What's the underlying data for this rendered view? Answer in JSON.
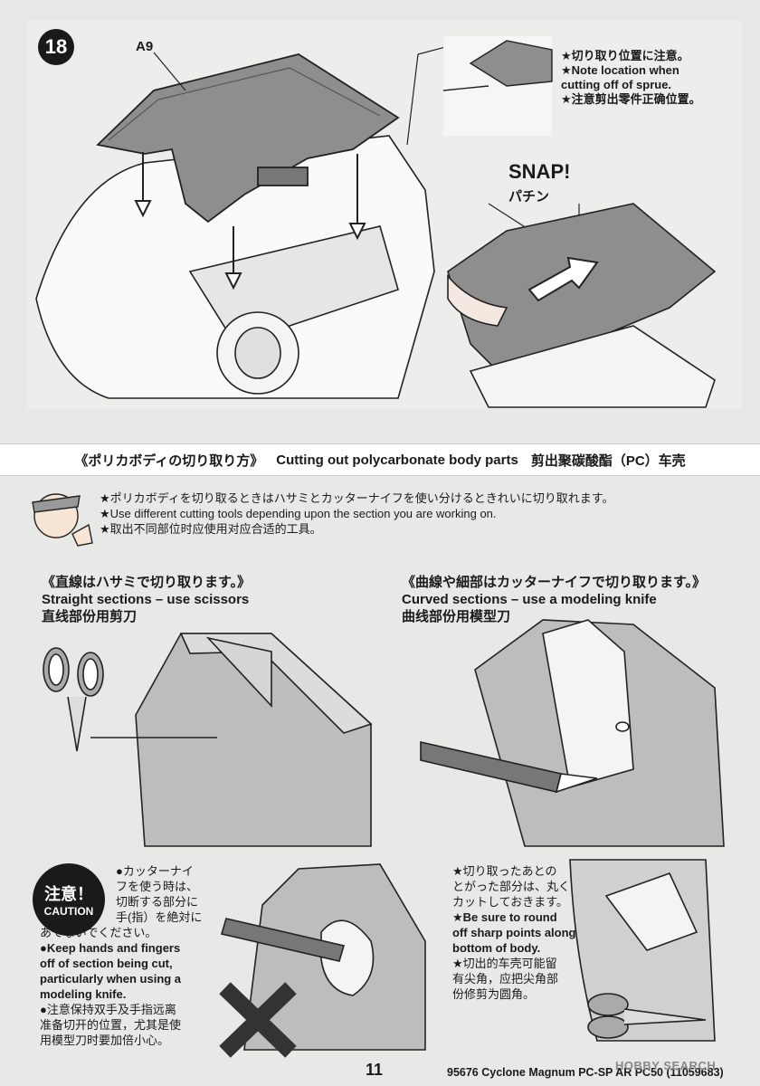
{
  "step": {
    "number": "18",
    "part_label": "A9",
    "snap_en": "SNAP!",
    "snap_jp": "パチン"
  },
  "step_note": {
    "line1": "★切り取り位置に注意。",
    "line2": "★Note location when",
    "line3": "cutting off of sprue.",
    "line4": "★注意剪出零件正确位置。"
  },
  "section": {
    "title_jp": "《ポリカボディの切り取り方》",
    "title_en": "Cutting out polycarbonate body parts",
    "title_cn": "剪出聚碳酸酯（PC）车壳"
  },
  "tips": {
    "line1": "★ポリカボディを切り取るときはハサミとカッターナイフを使い分けるときれいに切り取れます。",
    "line2": "★Use different cutting tools depending upon the section you are working on.",
    "line3": "★取出不同部位时应使用对应合适的工具。"
  },
  "left_panel": {
    "jp": "《直線はハサミで切り取ります。》",
    "en": "Straight sections – use scissors",
    "cn": "直线部份用剪刀"
  },
  "right_panel": {
    "jp": "《曲線や細部はカッターナイフで切り取ります。》",
    "en": "Curved sections – use a modeling knife",
    "cn": "曲线部份用模型刀"
  },
  "caution": {
    "badge_jp": "注意！",
    "badge_en": "CAUTION",
    "l1": "●カッターナイ",
    "l2": "フを使う時は、",
    "l3": "切断する部分に",
    "l4": "手(指）を絶対に",
    "l5": "あてないでください。",
    "l6": "●Keep hands and fingers",
    "l7": "off of section being cut,",
    "l8": "particularly when using a",
    "l9": "modeling knife.",
    "l10": "●注意保持双手及手指远离",
    "l11": "准备切开的位置，尤其是使",
    "l12": "用模型刀时要加倍小心。"
  },
  "round_note": {
    "l1": "★切り取ったあとの",
    "l2": "とがった部分は、丸く",
    "l3": "カットしておきます。",
    "l4": "★Be sure to round",
    "l5": "off sharp points along",
    "l6": "bottom of body.",
    "l7": "★切出的车壳可能留",
    "l8": "有尖角，应把尖角部",
    "l9": "份修剪为圆角。"
  },
  "footer": {
    "page": "11",
    "code": "95676 Cyclone Magnum PC-SP AR PC50 (11059683)",
    "watermark": "HOBBY SEARCH"
  }
}
